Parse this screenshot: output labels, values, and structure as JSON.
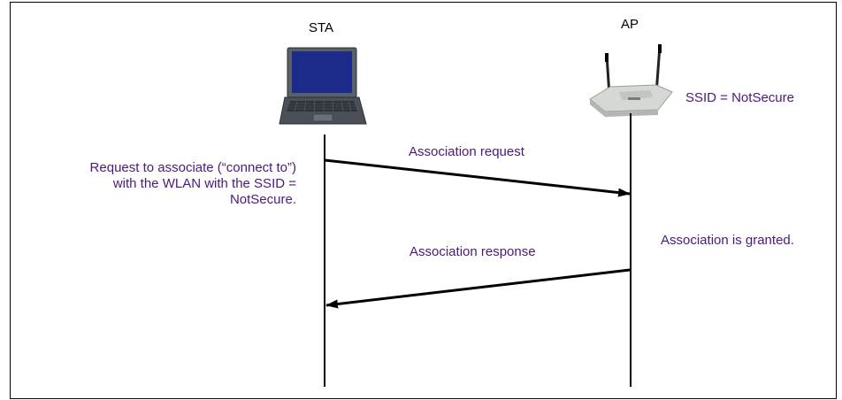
{
  "actors": {
    "sta": {
      "label": "STA"
    },
    "ap": {
      "label": "AP",
      "note": "SSID = NotSecure"
    }
  },
  "messages": [
    {
      "label": "Association request",
      "from": "STA",
      "to": "AP"
    },
    {
      "label": "Association response",
      "from": "AP",
      "to": "STA"
    }
  ],
  "notes": {
    "sta_request": [
      "Request to associate (“connect to”)",
      "with the WLAN with the SSID =",
      "NotSecure."
    ],
    "ap_granted": "Association is granted."
  },
  "colors": {
    "annotation_text": "#4b1a7a",
    "line": "#000000"
  },
  "icons": {
    "sta": "laptop-icon",
    "ap": "wireless-access-point-icon"
  }
}
